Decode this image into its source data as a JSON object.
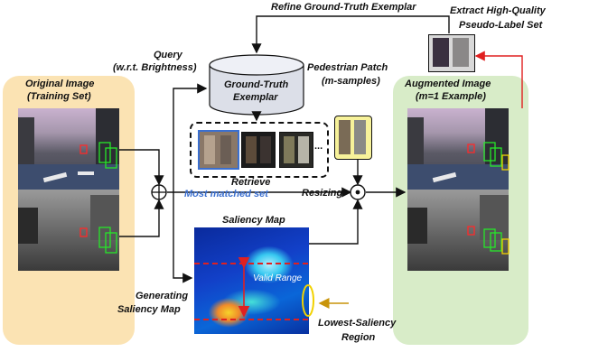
{
  "labels": {
    "refine": "Refine Ground-Truth Exemplar",
    "extract_1": "Extract High-Quality",
    "extract_2": "Pseudo-Label Set",
    "query_1": "Query",
    "query_2": "(w.r.t. Brightness)",
    "exemplar_1": "Ground-Truth",
    "exemplar_2": "Exemplar",
    "patch_1": "Pedestrian Patch",
    "patch_2": "(m-samples)",
    "original_1": "Original Image",
    "original_2": "(Training Set)",
    "augmented_1": "Augmented Image",
    "augmented_2": "(m=1 Example)",
    "retrieve": "Retrieve",
    "most_matched": "Most matched set",
    "resizing": "Resizing",
    "saliency_title": "Saliency Map",
    "valid_range": "Valid Range",
    "generating_1": "Generating",
    "generating_2": "Saliency Map",
    "lowest_1": "Lowest-Saliency",
    "lowest_2": "Region",
    "ellipsis": "..."
  },
  "colors": {
    "original_panel": "#fbe3b3",
    "augmented_panel": "#d8ecc8",
    "highlight_yellow": "#f7f29a",
    "retrieve_blue": "#3a6fd0",
    "pseudo_label_red": "#e02020",
    "saliency_dash_red": "#e02020",
    "ellipse_yellow": "#f2d200",
    "lowest_arrow": "#c8940a"
  },
  "icons": [
    "hadamard-product-icon",
    "direct-sum-icon",
    "database-cylinder-icon"
  ]
}
